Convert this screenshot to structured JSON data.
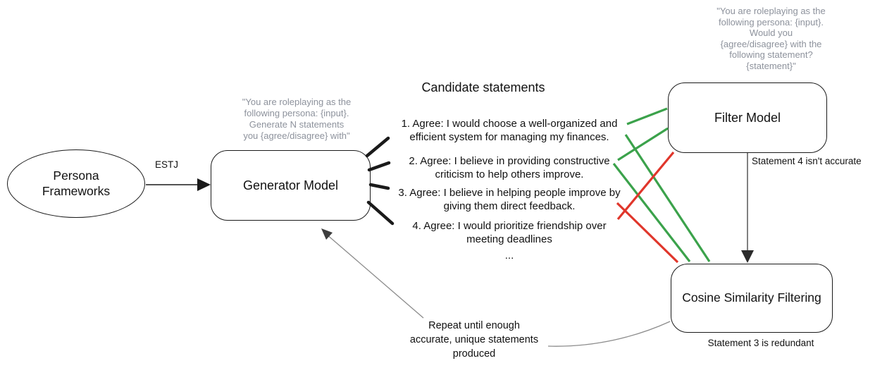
{
  "diagram_title": "Persona statement generation and filtering pipeline",
  "colors": {
    "accept_green": "#3ba24b",
    "reject_red": "#e0362b",
    "muted_gray_text": "#8d929c",
    "connector_gray": "#8c8c8c",
    "arrow_dark": "#3d3d3d",
    "line_black": "#1a1a1a"
  },
  "nodes": {
    "persona_frameworks": {
      "label": "Persona\nFrameworks"
    },
    "generator_model": {
      "label": "Generator Model",
      "prompt": "\"You are roleplaying as the\nfollowing persona: {input}.\nGenerate N statements\nyou {agree/disagree} with\""
    },
    "filter_model": {
      "label": "Filter Model",
      "prompt": "\"You are roleplaying as the\nfollowing persona: {input}.\nWould you\n{agree/disagree} with the\nfollowing statement?\n{statement}\""
    },
    "cosine_similarity": {
      "label": "Cosine Similarity Filtering"
    }
  },
  "statements": {
    "heading": "Candidate statements",
    "items": [
      "1. Agree: I would choose a well-organized and\nefficient system for managing my finances.",
      "2. Agree: I believe in providing constructive\ncriticism to help others improve.",
      "3. Agree: I believe in helping people improve by\ngiving them direct feedback.",
      "4. Agree: I would prioritize friendship over\nmeeting deadlines"
    ],
    "ellipsis": "..."
  },
  "edges": {
    "estj_label": "ESTJ",
    "filter_note": "Statement 4 isn't accurate",
    "cosine_note": "Statement 3 is redundant",
    "repeat_note": "Repeat until enough\naccurate, unique statements\nproduced"
  }
}
